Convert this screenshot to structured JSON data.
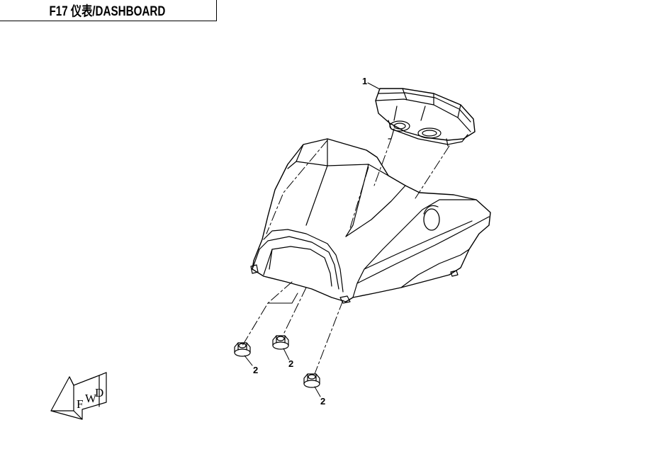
{
  "header": {
    "title": "F17 仪表/DASHBOARD"
  },
  "callouts": [
    {
      "id": "meter",
      "label": "1"
    },
    {
      "id": "nut-a",
      "label": "2"
    },
    {
      "id": "nut-b",
      "label": "2"
    },
    {
      "id": "nut-c",
      "label": "2"
    }
  ],
  "fwd_arrow": {
    "letters": [
      "F",
      "W",
      "D"
    ]
  },
  "colors": {
    "line": "#000000",
    "background": "#ffffff"
  }
}
